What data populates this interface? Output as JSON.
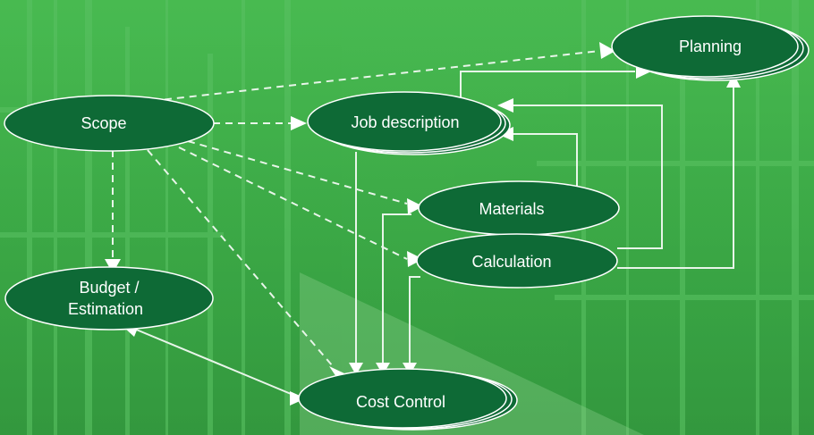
{
  "diagram": {
    "nodes": {
      "scope": {
        "label": "Scope"
      },
      "job_description": {
        "label": "Job description"
      },
      "planning": {
        "label": "Planning"
      },
      "materials": {
        "label": "Materials"
      },
      "calculation": {
        "label": "Calculation"
      },
      "budget_estimation": {
        "label_line1": "Budget /",
        "label_line2": "Estimation"
      },
      "cost_control": {
        "label": "Cost Control"
      }
    },
    "colors": {
      "background": "#3fae4a",
      "node_fill": "#0e6a36",
      "node_stroke": "#ffffff",
      "connector_solid": "#e8f5e9",
      "connector_dashed": "#e8f5e9"
    }
  }
}
